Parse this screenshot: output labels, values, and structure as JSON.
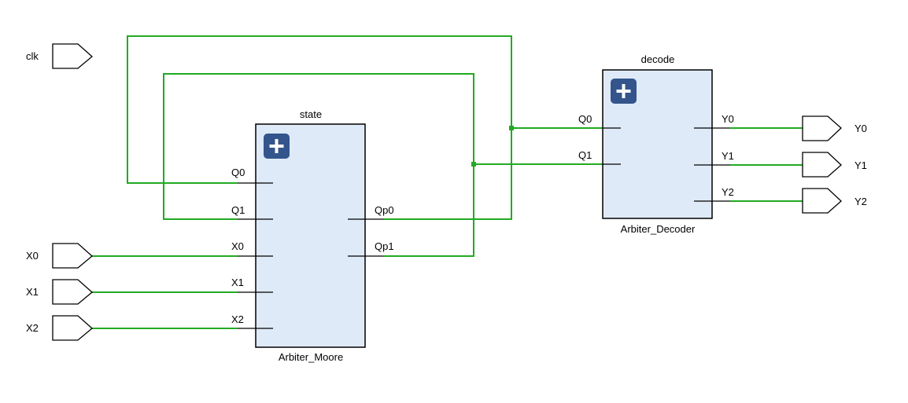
{
  "colors": {
    "wire": "#22aa22",
    "block_fill": "#dfeaf8",
    "expand_button": "#34558b"
  },
  "inputs": {
    "clk": "clk",
    "x0": "X0",
    "x1": "X1",
    "x2": "X2"
  },
  "outputs": {
    "y0": "Y0",
    "y1": "Y1",
    "y2": "Y2"
  },
  "state_block": {
    "instance": "state",
    "module": "Arbiter_Moore",
    "pins": {
      "q0": "Q0",
      "q1": "Q1",
      "x0": "X0",
      "x1": "X1",
      "x2": "X2",
      "qp0": "Qp0",
      "qp1": "Qp1"
    }
  },
  "decode_block": {
    "instance": "decode",
    "module": "Arbiter_Decoder",
    "pins": {
      "q0": "Q0",
      "q1": "Q1",
      "y0": "Y0",
      "y1": "Y1",
      "y2": "Y2"
    }
  },
  "icons": {
    "expand": "plus-icon"
  }
}
